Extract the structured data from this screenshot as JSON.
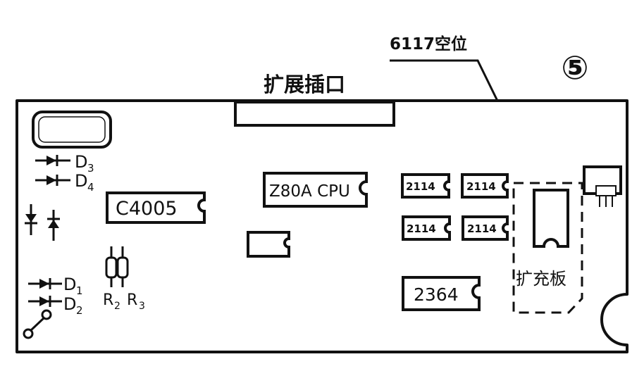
{
  "labels": {
    "expansion_slot": "扩展插口",
    "empty_6117": "6117空位",
    "figure_number": "⑤",
    "expansion_board": "扩充板"
  },
  "chips": {
    "cpu": "Z80A CPU",
    "c4005": "C4005",
    "rom": "2364",
    "ram": [
      "2114",
      "2114",
      "2114",
      "2114"
    ]
  },
  "diodes": {
    "d3": {
      "letter": "D",
      "sub": "3"
    },
    "d4": {
      "letter": "D",
      "sub": "4"
    },
    "d1": {
      "letter": "D",
      "sub": "1"
    },
    "d2": {
      "letter": "D",
      "sub": "2"
    }
  },
  "resistors": {
    "r2": {
      "letter": "R",
      "sub": "2"
    },
    "r3": {
      "letter": "R",
      "sub": "3"
    }
  },
  "colors": {
    "ink": "#111111",
    "paper": "#ffffff"
  }
}
